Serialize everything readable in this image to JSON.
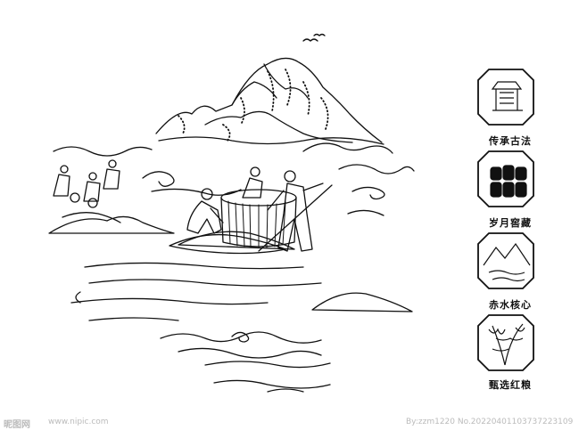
{
  "badges": [
    {
      "label": "传承古法",
      "icon": "pavilion-icon"
    },
    {
      "label": "岁月窖藏",
      "icon": "jars-icon"
    },
    {
      "label": "赤水核心",
      "icon": "mountain-river-icon"
    },
    {
      "label": "甄选红粮",
      "icon": "sorghum-icon"
    }
  ],
  "watermark": {
    "logo": "昵图网",
    "site": "www.nipic.com",
    "credit": "By:zzm1220 No.20220401103737223109"
  },
  "colors": {
    "ink": "#111111",
    "paper": "#ffffff",
    "watermark": "#bbbbbb"
  }
}
